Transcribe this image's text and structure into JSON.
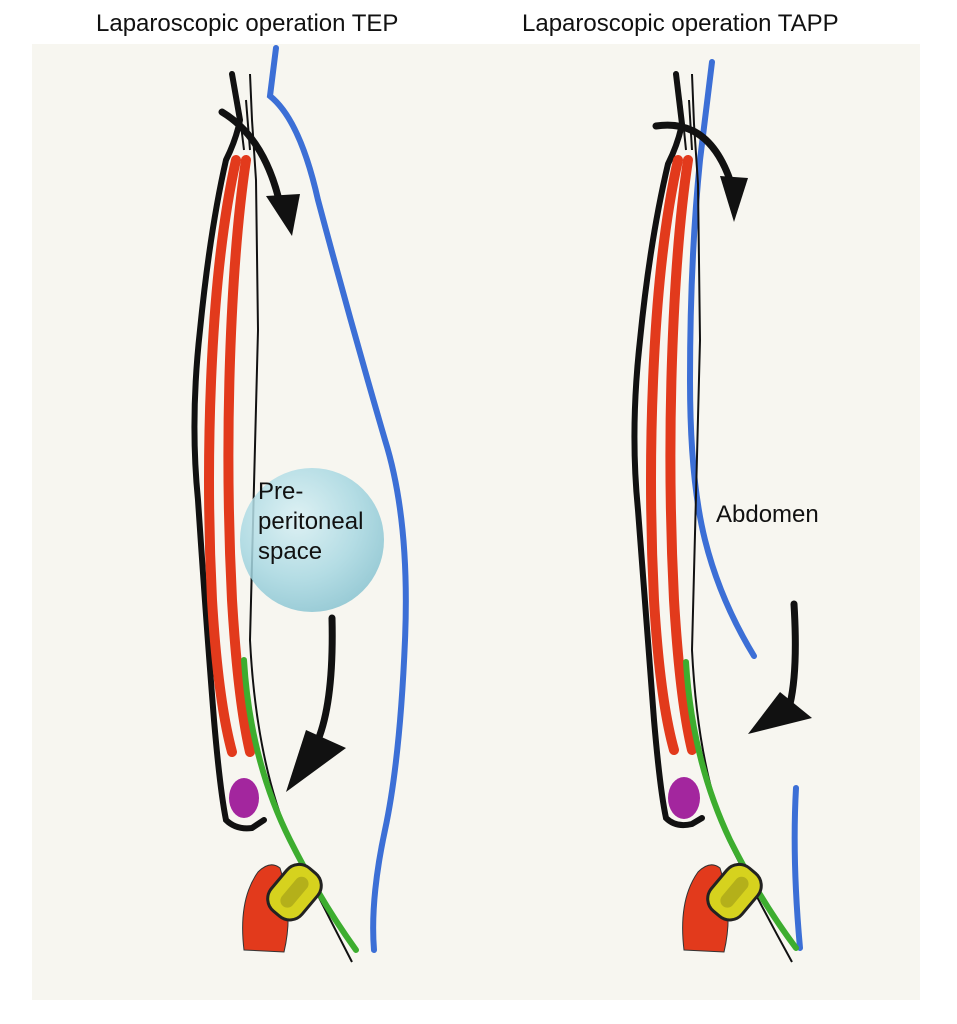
{
  "titles": {
    "tep": "Laparoscopic operation TEP",
    "tapp": "Laparoscopic operation TAPP"
  },
  "labels": {
    "preperitoneal_line1": "Pre-",
    "preperitoneal_line2": "peritoneal",
    "preperitoneal_line3": "space",
    "abdomen": "Abdomen"
  },
  "colors": {
    "paper": "#f7f6f0",
    "skin_outline": "#111111",
    "muscle": "#e23a1c",
    "peritoneum": "#3c6fd6",
    "fascia": "#3dad2f",
    "vessel_purple": "#a3269e",
    "cord_yellow": "#d6d21e",
    "bubble": "#9fd3df",
    "arrow": "#111111"
  },
  "icons": [
    "curved-arrow-icon"
  ]
}
